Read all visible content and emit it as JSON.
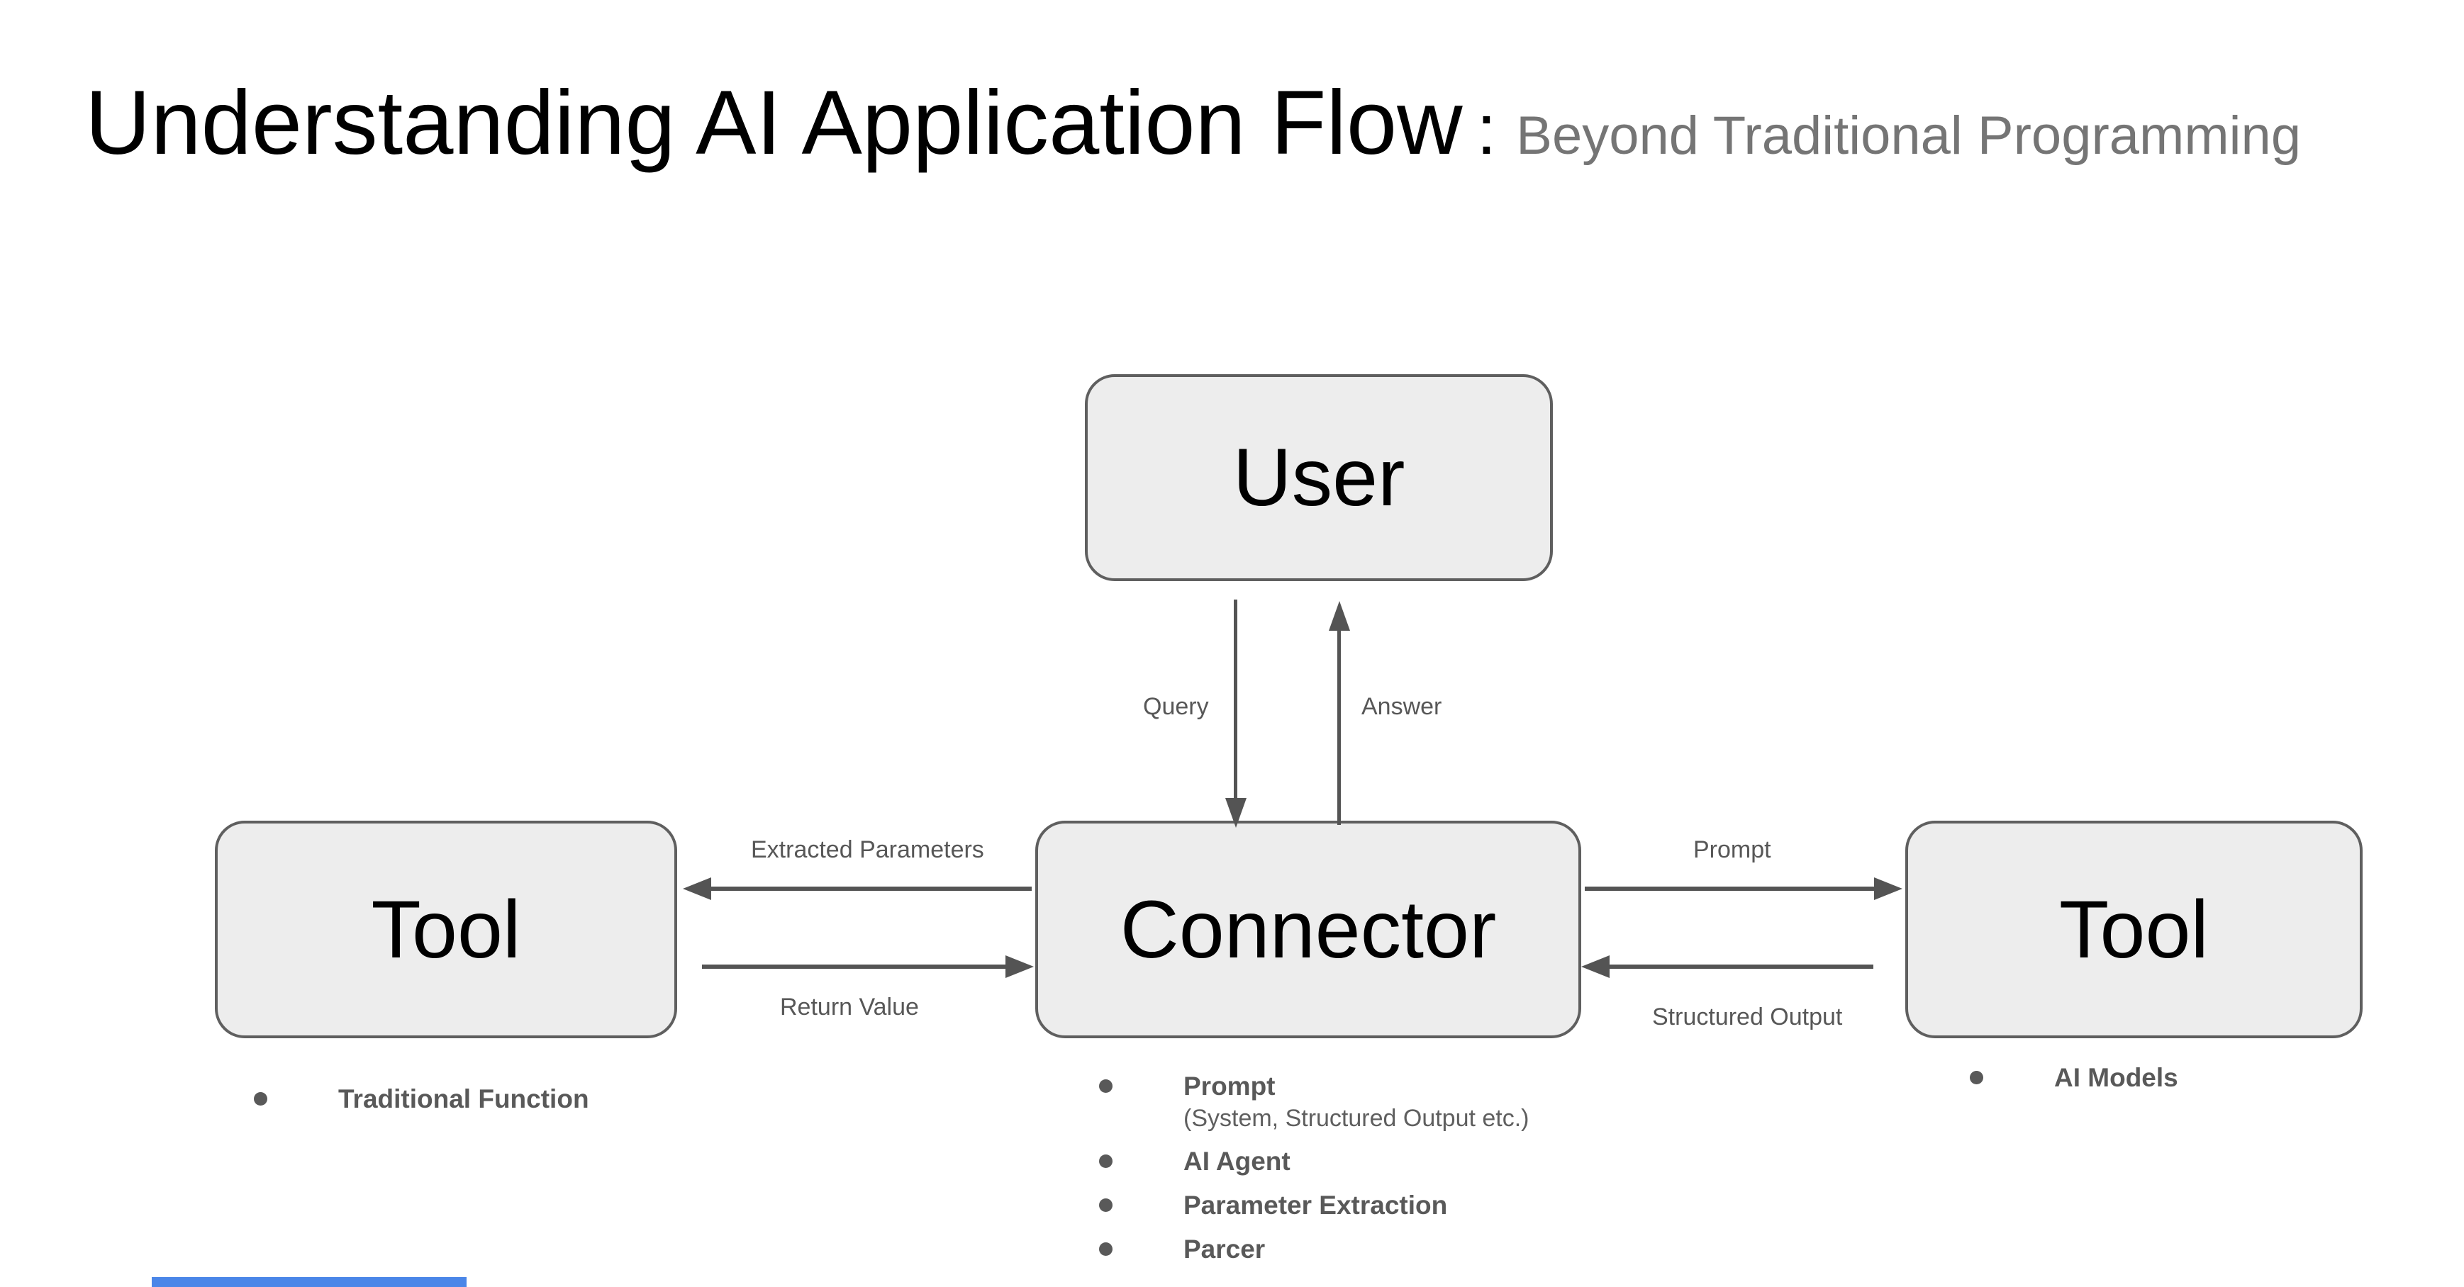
{
  "header": {
    "title": "Understanding AI Application Flow",
    "colon": ":",
    "subtitle": "Beyond Traditional Programming"
  },
  "nodes": {
    "user": "User",
    "connector": "Connector",
    "tool_left": "Tool",
    "tool_right": "Tool"
  },
  "edges": {
    "query": "Query",
    "answer": "Answer",
    "extracted_parameters": "Extracted Parameters",
    "return_value": "Return Value",
    "prompt": "Prompt",
    "structured_output": "Structured Output"
  },
  "notes": {
    "tool_left": {
      "items": [
        {
          "text": "Traditional Function"
        }
      ]
    },
    "connector": {
      "items": [
        {
          "text": "Prompt",
          "sub": "(System, Structured Output etc.)"
        },
        {
          "text": "AI Agent"
        },
        {
          "text": "Parameter Extraction"
        },
        {
          "text": "Parcer"
        }
      ]
    },
    "tool_right": {
      "items": [
        {
          "text": "AI Models"
        }
      ]
    }
  },
  "colors": {
    "background": "#ffffff",
    "title_text": "#000000",
    "subtitle_text": "#757575",
    "box_fill": "#ededed",
    "box_border": "#5f5f5f",
    "box_text": "#000000",
    "arrow": "#545454",
    "edge_label_text": "#575757",
    "bullet_text": "#595959",
    "accent_bar": "#4a86e8"
  }
}
